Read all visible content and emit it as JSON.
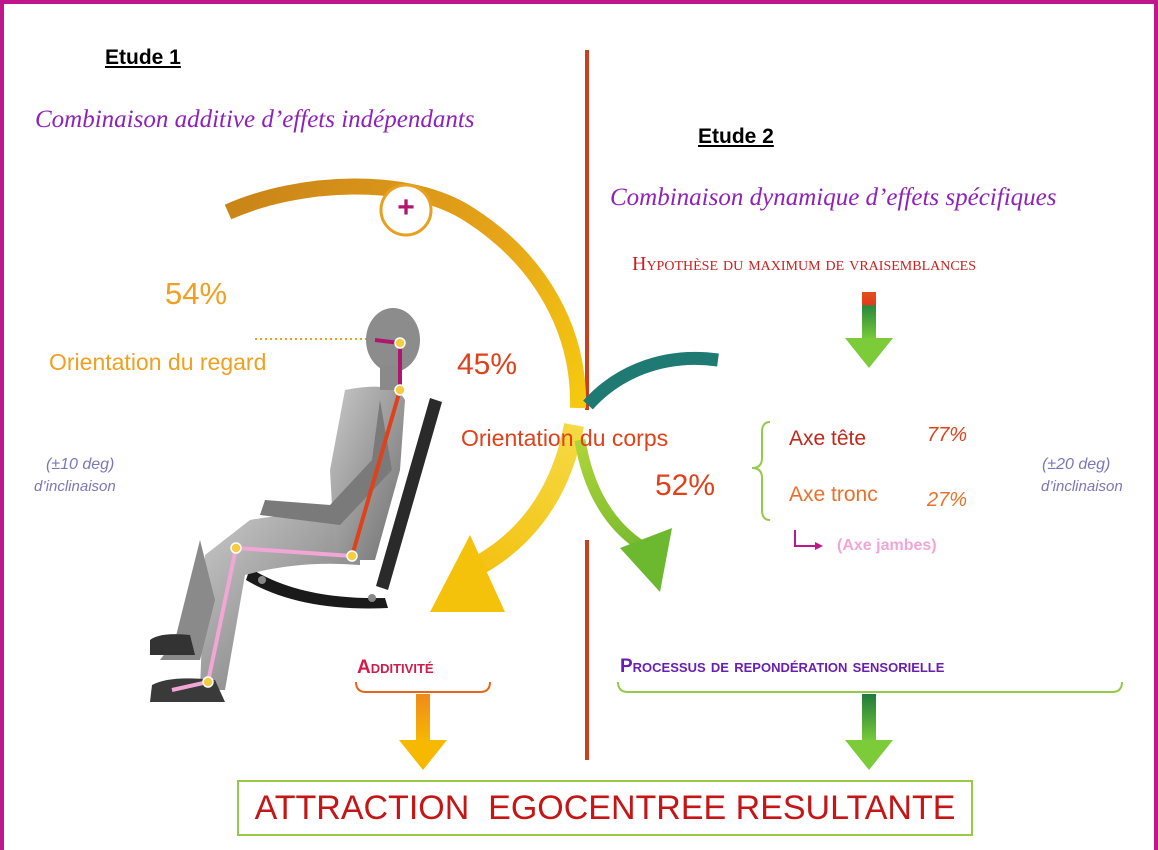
{
  "study1": {
    "title": "Etude 1",
    "hypothesis": "Combinaison additive d’effets indépendants",
    "gaze_percent": "54%",
    "gaze_label": "Orientation du regard",
    "body_percent": "45%",
    "tilt_range": "(±10 deg)",
    "tilt_label": "d’inclinaison",
    "plus_symbol": "+",
    "process_label": "Additivité"
  },
  "center": {
    "body_orientation_label": "Orientation du corps"
  },
  "study2": {
    "title": "Etude 2",
    "hypothesis": "Combinaison dynamique d’effets spécifiques",
    "ml_hypothesis": "Hypothèse du maximum de vraisemblances",
    "body_percent": "52%",
    "head_axis_label": "Axe tête",
    "head_axis_percent": "77%",
    "trunk_axis_label": "Axe tronc",
    "trunk_axis_percent": "27%",
    "legs_axis_label": "(Axe jambes)",
    "tilt_range": "(±20 deg)",
    "tilt_label": "d’inclinaison",
    "process_label": "Processus de repondération sensorielle"
  },
  "result": {
    "label": "ATTRACTION  EGOCENTREE RESULTANTE"
  },
  "colors": {
    "frame": "#c0168c",
    "divider": "#c8401e",
    "hypothesis": "#8e22b8",
    "gaze": "#f0a020",
    "body_red": "#e0401a",
    "yellow_arrow": "#f4c20a",
    "green_arrow": "#7cc43a",
    "teal_arc": "#1f7a74",
    "lavender": "#7878b8",
    "result_text": "#c41616",
    "result_border": "#94c94a",
    "legs_pink": "#f2a6d6",
    "process_purple": "#6a1fb0"
  }
}
